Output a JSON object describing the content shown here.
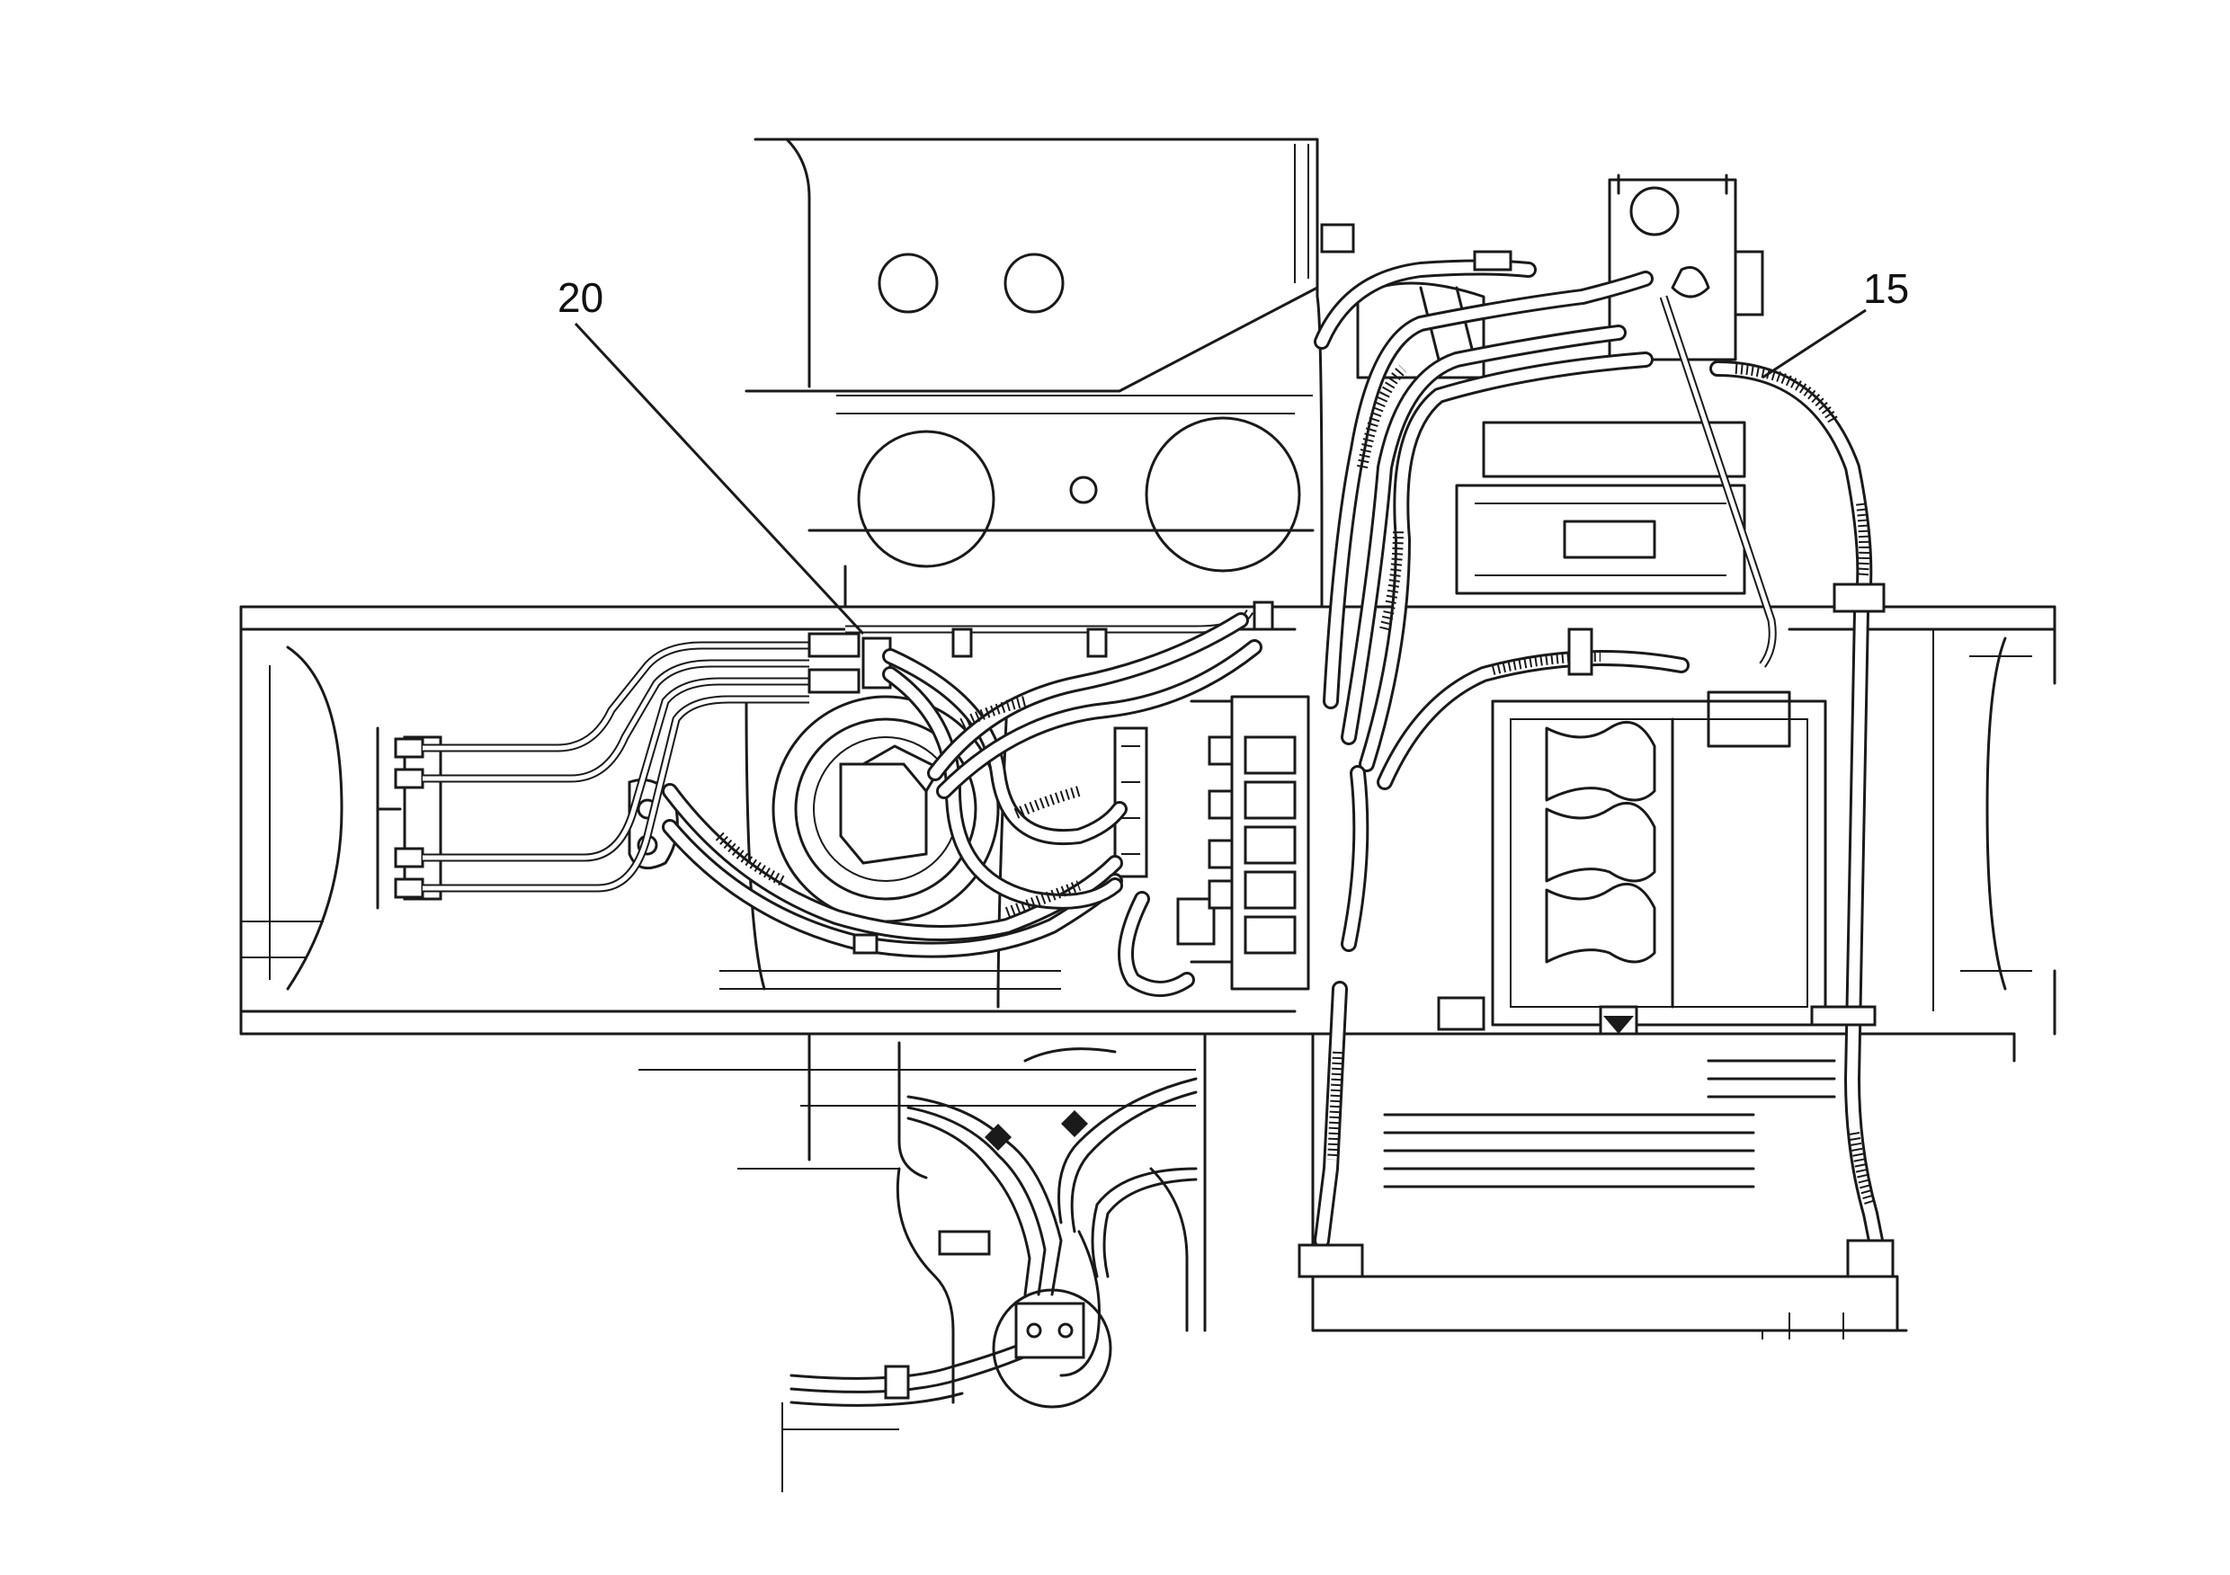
{
  "diagram": {
    "callouts": [
      {
        "id": "callout-20",
        "label": "20"
      },
      {
        "id": "callout-15",
        "label": "15"
      }
    ],
    "colors": {
      "ink": "#1a1a1a",
      "paper": "#ffffff"
    }
  }
}
